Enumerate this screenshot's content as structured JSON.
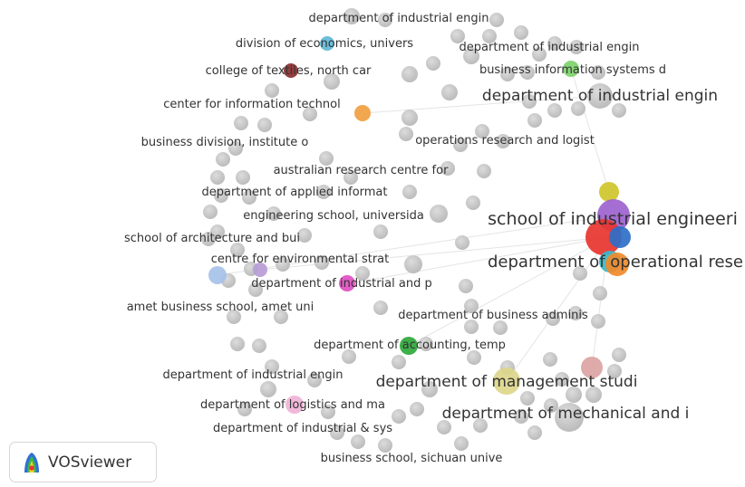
{
  "app": {
    "name": "VOSviewer"
  },
  "colors": {
    "node_default": "#c3c3c3",
    "label": "#333333"
  },
  "labels": [
    "department of industrial engin",
    "division of economics, univers",
    "department of industrial engin",
    "business information systems d",
    "college of textiles, north car",
    "department of industrial engin",
    "center for information technol",
    "business division, institute o",
    "operations research and logist",
    "australian research centre for",
    "department of applied informat",
    "school of industrial engineeri",
    "engineering school, universida",
    "school of architecture and bui",
    "centre for environmental strat",
    "department of operational rese",
    "department of industrial and p",
    "amet business school, amet uni",
    "department of business adminis",
    "department of accounting, temp",
    "department of industrial engin",
    "department of management studi",
    "department of logistics and ma",
    "department of mechanical and i",
    "department of industrial & sys",
    "business school, sichuan unive"
  ]
}
